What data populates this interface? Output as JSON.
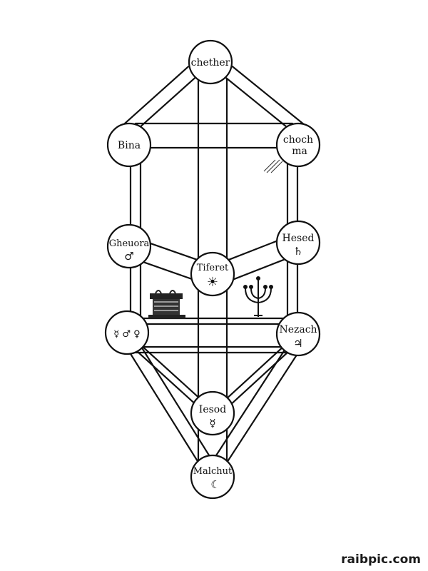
{
  "nodes": {
    "chether": {
      "label": "chether",
      "symbol": ""
    },
    "bina": {
      "label": "Bina",
      "symbol": ""
    },
    "chochma": {
      "label": "choch",
      "label2": "ma",
      "symbol": ""
    },
    "gheuora": {
      "label": "Gheuora",
      "symbol": "♂"
    },
    "hesed": {
      "label": "Hesed",
      "symbol": "♄"
    },
    "tiferet": {
      "label": "Tiferet",
      "symbol": "☀"
    },
    "hod": {
      "label": "",
      "symbol": "☿ ♂ ♀"
    },
    "nezach": {
      "label": "Nezach",
      "symbol": "♃"
    },
    "iesod": {
      "label": "Iesod",
      "symbol": "☿"
    },
    "malchut": {
      "label": "Malchut",
      "symbol": "☾"
    }
  },
  "watermark": "raibpic.com"
}
